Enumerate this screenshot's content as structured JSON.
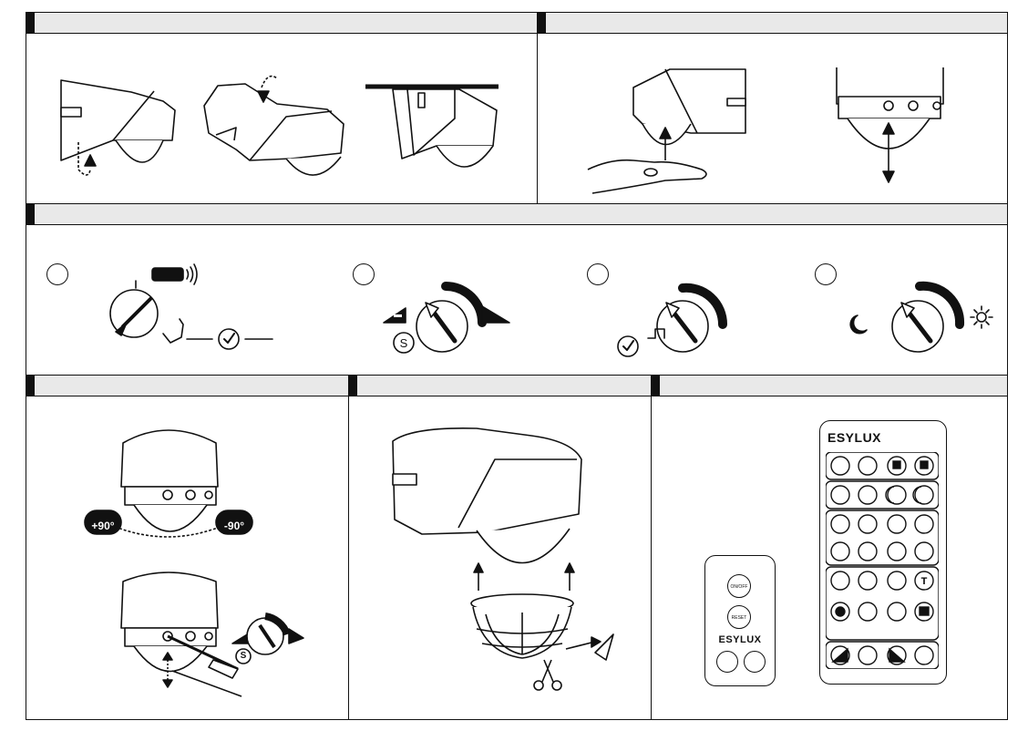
{
  "brand": "ESYLUX",
  "rotation_left_label": "+90°",
  "rotation_right_label": "-90°",
  "reset_remote": {
    "onoff_label": "ON/OFF",
    "reset_label": "RESET"
  },
  "settings": {
    "icons": [
      "remote-icon",
      "hand-icon",
      "clock-icon",
      "moon-icon",
      "sun-icon",
      "scissors-icon"
    ],
    "sensitivity_symbol": "S",
    "timer_mode_symbol": "T"
  }
}
